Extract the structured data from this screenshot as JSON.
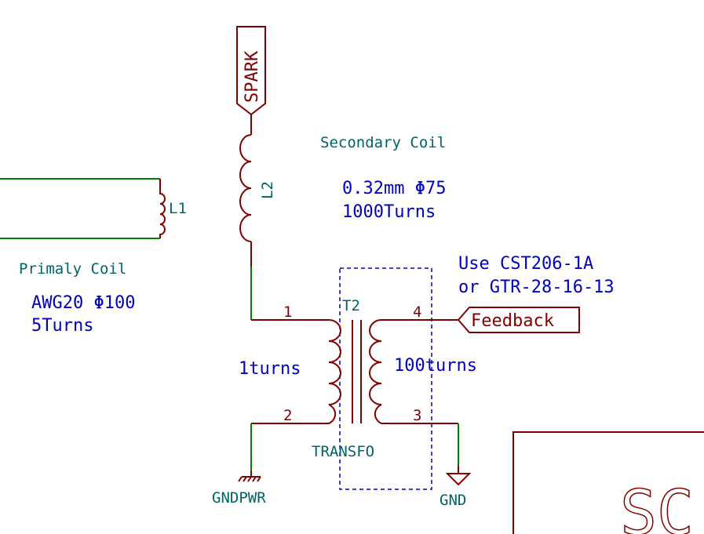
{
  "notes": {
    "secondary_title": "Secondary Coil",
    "secondary_spec_1": "0.32mm Φ75",
    "secondary_spec_2": "1000Turns",
    "primary_title": "Primaly Coil",
    "primary_spec_1": "AWG20 Φ100",
    "primary_spec_2": "5Turns",
    "core_1": "Use CST206-1A",
    "core_2": "or GTR-28-16-13",
    "turns_primary": "1turns",
    "turns_secondary": "100turns"
  },
  "components": {
    "l1_ref": "L1",
    "l2_ref": "L2",
    "t2_ref": "T2",
    "t2_value": "TRANSFO",
    "pin1": "1",
    "pin2": "2",
    "pin3": "3",
    "pin4": "4"
  },
  "labels": {
    "spark": "SPARK",
    "feedback": "Feedback",
    "gndpwr": "GNDPWR",
    "gnd": "GND"
  },
  "partial_symbol": {
    "text": "SC"
  }
}
